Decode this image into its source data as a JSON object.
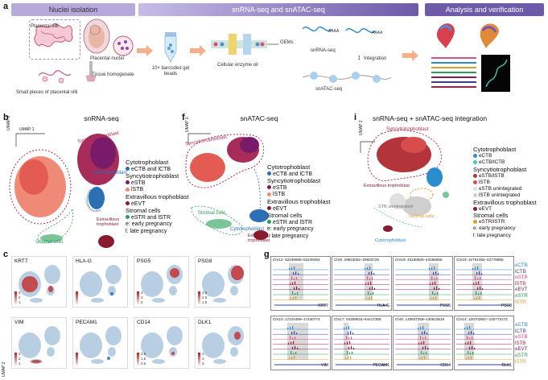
{
  "panel_a": {
    "label": "a",
    "stage1": "Nuclei isolation",
    "stage2": "snRNA-seq and snATAC-seq",
    "stage3": "Analysis and verification",
    "placental_villi": "Placental villi",
    "placental_nuclei": "Placental nuclei",
    "tissue_homogenate": "Tissue homogenate",
    "small_pieces": "Small pieces of placental villi",
    "gel_beads": "10× barcoded gel beads",
    "enzyme_oil": "Cellular enzyme oil",
    "gems": "GEMs",
    "snrna": "snRNA-seq",
    "integration": "Integration",
    "snatac": "snATAC-seq",
    "aaaa": "AAAA"
  },
  "panel_b": {
    "label": "b",
    "title": "snRNA-seq",
    "umap1": "UMAP 1",
    "umap2": "UMAP 2",
    "syncytio": "Syncytiotrophoblast",
    "cyto": "Cytotrophoblast",
    "evt": "Extravillous trophoblast",
    "stromal": "Stromal cells",
    "legend": {
      "h1": "Cytotrophoblast",
      "i1": "eCTB and lCTB",
      "h2": "Syncytiotrophoblast",
      "i2": "eSTB",
      "i3": "lSTB",
      "h3": "Extravillous trophoblast",
      "i4": "eEVT",
      "h4": "Stromal cells",
      "i5": "eSTR and lSTR",
      "n1": "e: early pregnancy",
      "n2": "l: late pregnancy"
    }
  },
  "panel_f": {
    "label": "f",
    "title": "snATAC-seq",
    "umap2": "UMAP 2",
    "syncytio": "Syncytiotrophoblast",
    "cyto": "Cytotrophoblast",
    "evt": "Extravillous trophoblast",
    "stromal": "Stromal cells",
    "legend": {
      "h1": "Cytotrophoblast",
      "i1": "eCTB and lCTB",
      "h2": "Syncytiotrophoblast",
      "i2": "eSTB",
      "i3": "lSTB",
      "h3": "Extravillous trophoblast",
      "i4": "eEVT",
      "h4": "Stromal cells",
      "i5": "eSTR and lSTR",
      "n1": "e: early pregnancy",
      "n2": "l: late pregnancy"
    }
  },
  "panel_i": {
    "label": "i",
    "title": "snRNA-seq + snATAC-seq integration",
    "umap2": "UMAP 2",
    "syncytio": "Syncytiotrophoblast",
    "cyto": "Cytotrophoblast",
    "evt": "Extravillous trophoblast",
    "stromal": "Stromal cells",
    "stb_un": "STB unintegrated",
    "legend": {
      "h1": "Cytotrophoblast",
      "i1": "eCTB",
      "i2": "eCTB/lCTB",
      "h2": "Syncytiotrophoblast",
      "i3": "eSTB/lSTB",
      "i4": "lSTB",
      "i5": "eSTB unintegrated",
      "i6": "lSTB unintegrated",
      "h3": "Extravillous trophoblast",
      "i7": "eEVT",
      "h4": "Stromal cells",
      "i8": "eSTR/lSTR",
      "n1": "e: early pregnancy",
      "n2": "l: late pregnancy"
    }
  },
  "panel_c": {
    "label": "c",
    "umap2": "UMAP 2",
    "genes": [
      "KRT7",
      "HLA-G",
      "PSG5",
      "PSG8",
      "VIM",
      "PECAM1",
      "CD14",
      "DLK1"
    ],
    "scales": [
      [
        "3",
        "2",
        "1"
      ],
      [
        "",
        ""
      ],
      [
        "4",
        "3",
        "2"
      ],
      [
        "3.5",
        "2.5",
        "1.5"
      ],
      [
        "3",
        "2",
        "1"
      ],
      [
        "",
        ""
      ],
      [
        "2.5",
        "1.5",
        "0.5"
      ],
      [
        "4",
        "3",
        "2"
      ]
    ]
  },
  "panel_g": {
    "label": "g",
    "tracks_top": [
      {
        "coord": "Chr12: 52239686–52249454",
        "gene": "KRT7"
      },
      {
        "coord": "Chr6: 29823052–29833729",
        "gene": "HLA-G"
      },
      {
        "coord": "Chr19: 43160506–43186555",
        "gene": "PSG5"
      },
      {
        "coord": "Chr19: 42761082–42778985",
        "gene": "PSG8"
      }
    ],
    "tracks_bottom": [
      {
        "coord": "Chr10: 17224489–17240774",
        "gene": "VIM"
      },
      {
        "coord": "Chr17: 64309634–64417305",
        "gene": "PECAM1"
      },
      {
        "coord": "Chr5: 140607259–140623919",
        "gene": "CD14"
      },
      {
        "coord": "Chr14: 100703957–100773173",
        "gene": "DLK1"
      }
    ],
    "legend": [
      "eCTB",
      "lCTB",
      "eSTB",
      "lSTB",
      "eEVT",
      "eSTR",
      "lSTR"
    ],
    "legend_colors": [
      "#2b8ccd",
      "#3b3f9b",
      "#d94c8a",
      "#b21d39",
      "#7e1f5c",
      "#2a9d57",
      "#e09a28"
    ]
  },
  "colors": {
    "stage_band_light": "#a99ad3",
    "stage_band_dark": "#6d5aa8",
    "ctb": "#2b6fb5",
    "stb": "#c9356a",
    "evt": "#8a1b2f",
    "str": "#2a9d57"
  }
}
